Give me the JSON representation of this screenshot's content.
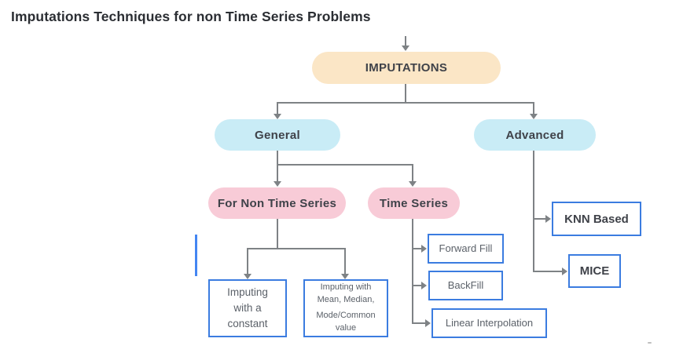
{
  "title": "Imputations Techniques for non Time Series Problems",
  "colors": {
    "peach": "#fbe6c6",
    "blue_pill": "#c9ecf6",
    "pink_pill": "#f8cbd7",
    "box_border": "#3b7ce0",
    "connector": "#7e8285",
    "pill_text": "#3f4249",
    "box_text": "#5b6169",
    "title_text": "#2b2e33",
    "stray_bar": "#4486f2"
  },
  "nodes": {
    "imputations": "IMPUTATIONS",
    "general": "General",
    "advanced": "Advanced",
    "for_non_time_series": "For Non Time Series",
    "time_series": "Time Series",
    "imputing_constant": {
      "lines": [
        "Imputing",
        "with a",
        "constant"
      ]
    },
    "imputing_mean": {
      "lines": [
        "Imputing with",
        "Mean, Median,",
        "Mode/Common",
        "value"
      ]
    },
    "forward_fill": "Forward Fill",
    "backfill": "BackFill",
    "linear_interpolation": "Linear Interpolation",
    "knn_based": "KNN Based",
    "mice": "MICE"
  }
}
